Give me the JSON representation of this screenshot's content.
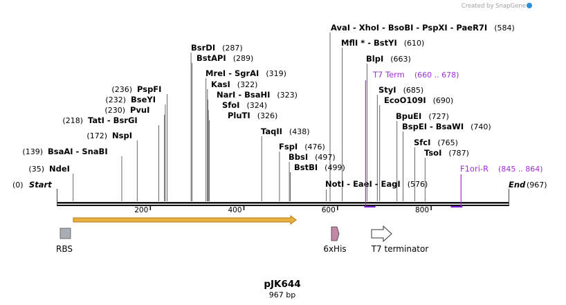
{
  "credit": "Created by SnapGene",
  "plasmid": {
    "name": "pJK644",
    "length_label": "967 bp"
  },
  "ends": {
    "start": {
      "pos": "(0)",
      "label": "Start"
    },
    "end": {
      "label": "End",
      "pos": "(967)"
    }
  },
  "axis": {
    "min": 0,
    "max": 967,
    "ticks": [
      200,
      400,
      600,
      800
    ]
  },
  "sites": [
    {
      "label": "NdeI",
      "pos": "(35)",
      "bp": 35
    },
    {
      "label": "BsaAI - SnaBI",
      "pos": "(139)",
      "bp": 139
    },
    {
      "label": "NspI",
      "pos": "(172)",
      "bp": 172
    },
    {
      "label": "TatI - BsrGI",
      "pos": "(218)",
      "bp": 218
    },
    {
      "label": "PvuI",
      "pos": "(230)",
      "bp": 230
    },
    {
      "label": "BseYI",
      "pos": "(232)",
      "bp": 232
    },
    {
      "label": "PspFI",
      "pos": "(236)",
      "bp": 236
    },
    {
      "label": "BsrDI",
      "pos": "(287)",
      "bp": 287
    },
    {
      "label": "BstAPI",
      "pos": "(289)",
      "bp": 289
    },
    {
      "label": "MreI - SgrAI",
      "pos": "(319)",
      "bp": 319
    },
    {
      "label": "KasI",
      "pos": "(322)",
      "bp": 322
    },
    {
      "label": "NarI - BsaHI",
      "pos": "(323)",
      "bp": 323
    },
    {
      "label": "SfoI",
      "pos": "(324)",
      "bp": 324
    },
    {
      "label": "PluTI",
      "pos": "(326)",
      "bp": 326
    },
    {
      "label": "TaqII",
      "pos": "(438)",
      "bp": 438
    },
    {
      "label": "FspI",
      "pos": "(476)",
      "bp": 476
    },
    {
      "label": "BbsI",
      "pos": "(497)",
      "bp": 497
    },
    {
      "label": "BstBI",
      "pos": "(499)",
      "bp": 499
    },
    {
      "label": "AvaI - XhoI - BsoBI - PspXI - PaeR7I",
      "pos": "(584)",
      "bp": 584
    },
    {
      "label": "MflI * - BstYI",
      "pos": "(610)",
      "bp": 610
    },
    {
      "label": "BlpI",
      "pos": "(663)",
      "bp": 663
    },
    {
      "label": "StyI",
      "pos": "(685)",
      "bp": 685
    },
    {
      "label": "EcoO109I",
      "pos": "(690)",
      "bp": 690
    },
    {
      "label": "BpuEI",
      "pos": "(727)",
      "bp": 727
    },
    {
      "label": "BspEI - BsaWI",
      "pos": "(740)",
      "bp": 740
    },
    {
      "label": "SfcI",
      "pos": "(765)",
      "bp": 765
    },
    {
      "label": "TsoI",
      "pos": "(787)",
      "bp": 787
    },
    {
      "label": "NotI - EaeI - EagI",
      "pos": "(576)",
      "bp": 576
    }
  ],
  "primers": [
    {
      "label": "T7 Term",
      "range": "(660 .. 678)",
      "from": 660,
      "to": 678
    },
    {
      "label": "F1ori-R",
      "range": "(845 .. 864)",
      "from": 845,
      "to": 864
    }
  ],
  "features": [
    {
      "label": "RBS",
      "from": 0,
      "to": 20,
      "type": "rbs"
    },
    {
      "label": "",
      "from": 20,
      "to": 525,
      "type": "cds"
    },
    {
      "label": "6xHis",
      "from": 597,
      "to": 615,
      "type": "tag"
    },
    {
      "label": "T7 terminator",
      "from": 680,
      "to": 727,
      "type": "terminator"
    }
  ],
  "colors": {
    "site_line": "#555555",
    "primer": "#9b30d9",
    "primer_mark": "#7a1fd2",
    "cds_fill": "#e8b040",
    "cds_stroke": "#b87a10",
    "rbs_fill": "#a9aeb6",
    "tag_fill": "#c08aa6",
    "credit": "#a0a0a0",
    "snapgene_blue": "#2e8fd6"
  }
}
